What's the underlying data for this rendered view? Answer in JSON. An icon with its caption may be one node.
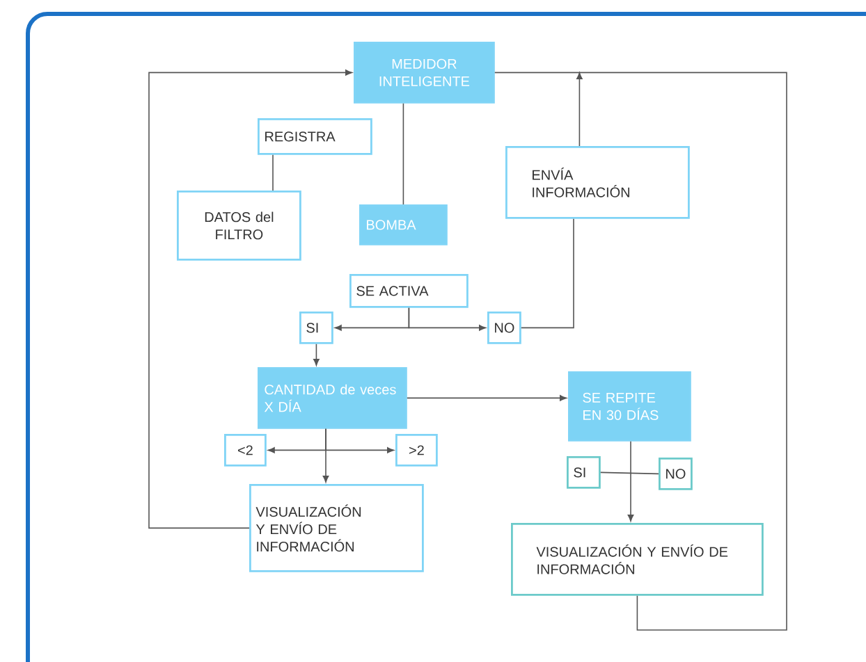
{
  "diagram": {
    "nodes": [
      {
        "text": [
          "MEDIDOR INTELIGENTE"
        ]
      },
      {
        "text": [
          "REGISTRA"
        ]
      },
      {
        "text": [
          "DATOS del FILTRO"
        ]
      },
      {
        "text": [
          "BOMBA"
        ]
      },
      {
        "text": [
          "ENVÍA INFORMACIÓN"
        ]
      },
      {
        "text": [
          "SE ACTIVA"
        ]
      },
      {
        "text": [
          "SI"
        ]
      },
      {
        "text": [
          "NO"
        ]
      },
      {
        "text": [
          "CANTIDAD de veces X DÍA"
        ]
      },
      {
        "text": [
          "SE REPITE EN 30 DÍAS"
        ]
      },
      {
        "text": [
          "<2"
        ]
      },
      {
        "text": [
          ">2"
        ]
      },
      {
        "text": [
          "VISUALIZACIÓN Y ENVÍO DE INFORMACIÓN"
        ]
      },
      {
        "text": [
          "SI"
        ]
      },
      {
        "text": [
          "NO"
        ]
      },
      {
        "text": [
          "VISUALIZACIÓN Y ENVÍO DE INFORMACIÓN"
        ]
      }
    ],
    "edges": [
      {
        "from": 0,
        "to": 3,
        "arrow": "none"
      },
      {
        "from": 1,
        "to": 2,
        "arrow": "none"
      },
      {
        "from": 4,
        "to": null,
        "arrow": "to"
      },
      {
        "from": 15,
        "to": 0,
        "arrow": "none"
      },
      {
        "from": 12,
        "to": 0,
        "arrow": "to"
      },
      {
        "from": 5,
        "to": 6,
        "arrow": "to"
      },
      {
        "from": 5,
        "to": 7,
        "arrow": "to"
      },
      {
        "from": 7,
        "to": 4,
        "arrow": "none"
      },
      {
        "from": 6,
        "to": 8,
        "arrow": "to"
      },
      {
        "from": 8,
        "to": 9,
        "arrow": "to"
      },
      {
        "from": 8,
        "to": 10,
        "arrow": "to"
      },
      {
        "from": 8,
        "to": 11,
        "arrow": "to"
      },
      {
        "from": 8,
        "to": 12,
        "arrow": "to"
      },
      {
        "from": 9,
        "to": 15,
        "arrow": "to"
      },
      {
        "from": 13,
        "to": 14,
        "arrow": "none"
      }
    ]
  }
}
